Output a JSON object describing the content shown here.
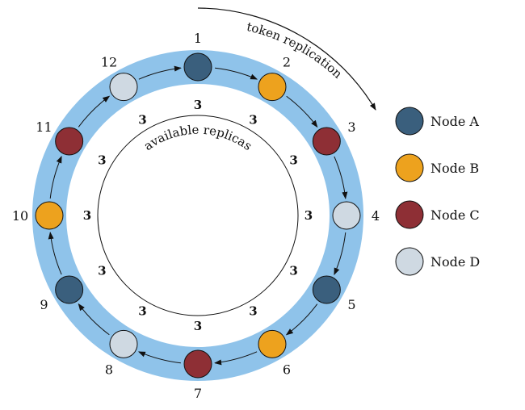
{
  "colors": {
    "ring": "#8fc3ea",
    "node_a": "#3a5f7d",
    "node_b": "#eda21e",
    "node_c": "#8e2f35",
    "node_d": "#cfd9e2",
    "stroke": "#111111"
  },
  "diagram": {
    "outer_curve_label": "token replication",
    "inner_circle_label": "available replicas",
    "ring_nodes": [
      {
        "pos": "1",
        "node": "a"
      },
      {
        "pos": "2",
        "node": "b"
      },
      {
        "pos": "3",
        "node": "c"
      },
      {
        "pos": "4",
        "node": "d"
      },
      {
        "pos": "5",
        "node": "a"
      },
      {
        "pos": "6",
        "node": "b"
      },
      {
        "pos": "7",
        "node": "c"
      },
      {
        "pos": "8",
        "node": "d"
      },
      {
        "pos": "9",
        "node": "a"
      },
      {
        "pos": "10",
        "node": "b"
      },
      {
        "pos": "11",
        "node": "c"
      },
      {
        "pos": "12",
        "node": "d"
      }
    ],
    "replica_counts": [
      "3",
      "3",
      "3",
      "3",
      "3",
      "3",
      "3",
      "3",
      "3",
      "3",
      "3",
      "3"
    ]
  },
  "legend": {
    "items": [
      {
        "key": "a",
        "label": "Node A"
      },
      {
        "key": "b",
        "label": "Node B"
      },
      {
        "key": "c",
        "label": "Node C"
      },
      {
        "key": "d",
        "label": "Node D"
      }
    ]
  }
}
